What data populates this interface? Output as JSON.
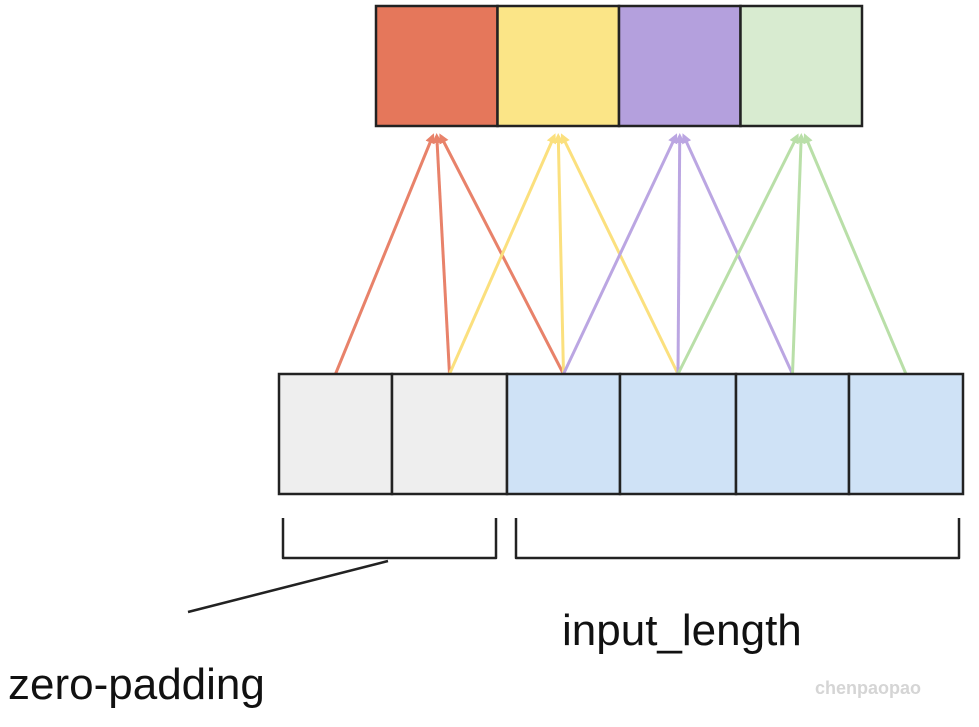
{
  "diagram": {
    "output_cells": [
      {
        "color": "#e5775b"
      },
      {
        "color": "#fbe587"
      },
      {
        "color": "#b4a0dd"
      },
      {
        "color": "#d8ebd0"
      }
    ],
    "input_cells": [
      {
        "kind": "padding",
        "color": "#eeeeee"
      },
      {
        "kind": "padding",
        "color": "#eeeeee"
      },
      {
        "kind": "input",
        "color": "#cfe2f6"
      },
      {
        "kind": "input",
        "color": "#cfe2f6"
      },
      {
        "kind": "input",
        "color": "#cfe2f6"
      },
      {
        "kind": "input",
        "color": "#cfe2f6"
      }
    ],
    "connections": [
      {
        "output": 0,
        "inputs": [
          0,
          1,
          2
        ],
        "color": "#e8826a"
      },
      {
        "output": 1,
        "inputs": [
          1,
          2,
          3
        ],
        "color": "#fbe07e"
      },
      {
        "output": 2,
        "inputs": [
          2,
          3,
          4
        ],
        "color": "#bba6e2"
      },
      {
        "output": 3,
        "inputs": [
          3,
          4,
          5
        ],
        "color": "#b9dfa8"
      }
    ],
    "labels": {
      "zero_padding": "zero-padding",
      "input_length": "input_length"
    },
    "watermark": "chenpaopao"
  }
}
